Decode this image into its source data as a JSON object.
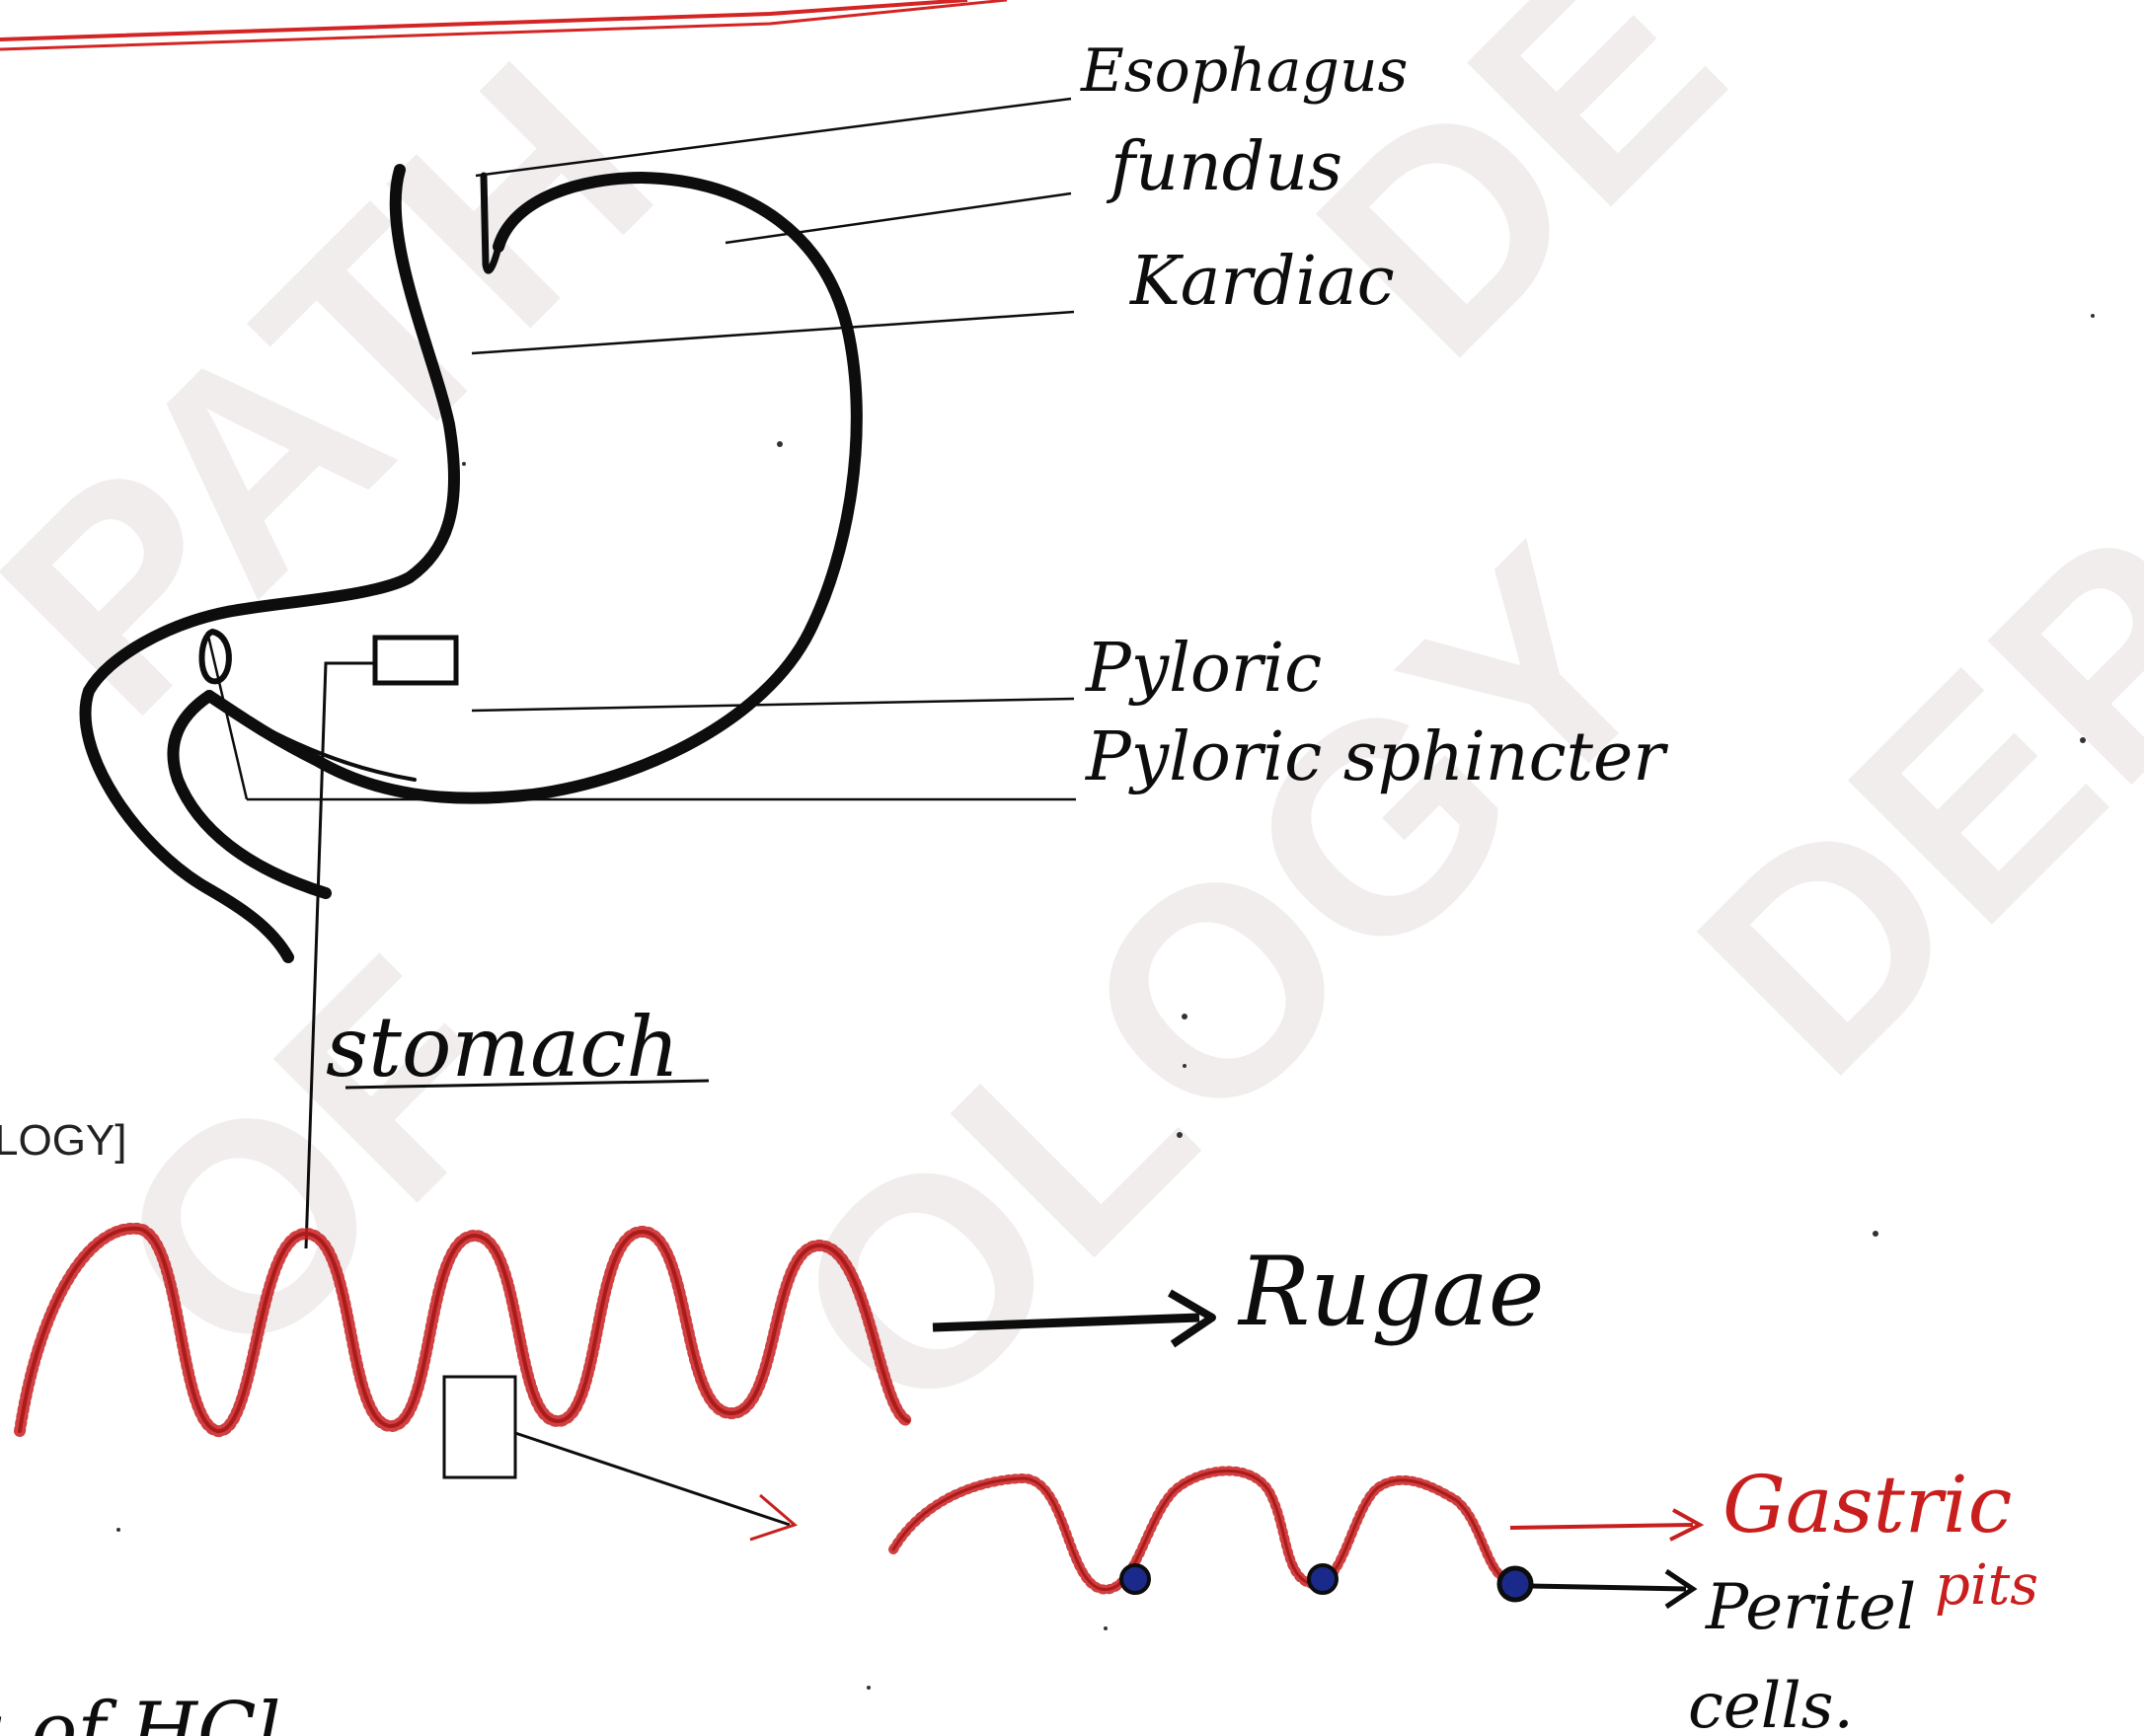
{
  "labels": {
    "esophagus": "Esophagus",
    "fundus": "fundus",
    "cardiac": "Kardiac",
    "pyloric": "Pyloric",
    "pyloric_sphincter": "Pyloric sphincter",
    "stomach": "stomach",
    "rugae": "Rugae",
    "gastric_pits_line1": "Gastric",
    "gastric_pits_line2": "pits",
    "parietal_line1": "Peritel",
    "parietal_line2": "cells."
  },
  "margin_text": {
    "left_cut": "LOGY]",
    "bottom_cut": "a of HCl"
  },
  "watermark": {
    "lines": [
      "OF",
      "PATH",
      "OLOGY",
      "DEP",
      "DE"
    ]
  },
  "colors": {
    "ink": "#0d0d0d",
    "red_ink": "#c81e1e",
    "blue_ink": "#1b2a8a",
    "border_red": "#d42424",
    "watermark": "#f2efef"
  }
}
